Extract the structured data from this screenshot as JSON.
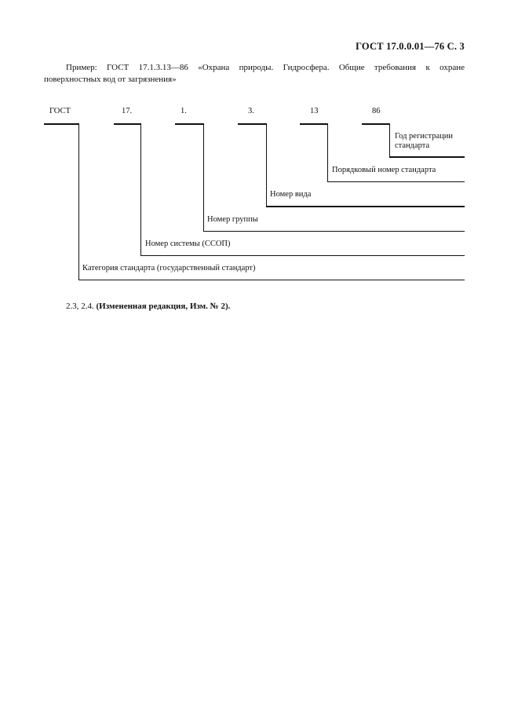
{
  "header": {
    "title": "ГОСТ 17.0.0.01—76 С. 3"
  },
  "example": {
    "line1": "Пример: ГОСТ 17.1.3.13—86 «Охрана природы. Гидросфера. Общие требования к охране",
    "line2": "поверхностных вод от загрязнения»"
  },
  "designation": {
    "segments": [
      "ГОСТ",
      "17.",
      "1.",
      "3.",
      "13",
      "86"
    ]
  },
  "branches": {
    "year_line1": "Год   регистрации",
    "year_line2": "стандарта",
    "serial": "Порядковый номер стандарта",
    "kind": "Номер вида",
    "group": "Номер группы",
    "system": "Номер системы (ССОП)",
    "category": "Категория стандарта (государственный стандарт)"
  },
  "change_note": {
    "prefix": "2.3, 2.4. ",
    "text": "(Измененная редакция, Изм. № 2)."
  }
}
